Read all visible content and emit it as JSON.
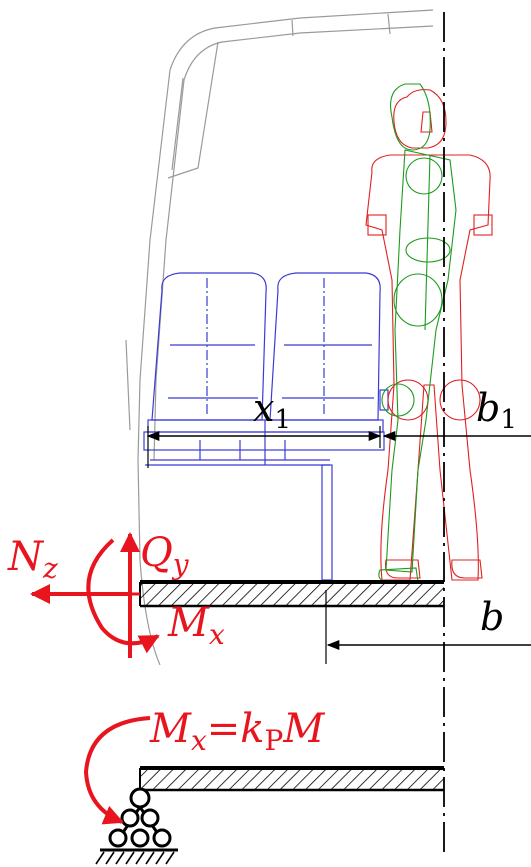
{
  "colors": {
    "body": "#9a9a9a",
    "seat": "#3b3bd6",
    "mannequin_red": "#e02020",
    "mannequin_green": "#1e9a1e",
    "force": "#e8141e",
    "structure": "#000000"
  },
  "labels": {
    "x1_main": "x",
    "x1_sub": "1",
    "b1_main": "b",
    "b1_sub": "1",
    "b_main": "b",
    "qy_main": "Q",
    "qy_sub": "y",
    "nz_main": "N",
    "nz_sub": "z",
    "mx_main": "M",
    "mx_sub": "x",
    "eq_lhs_main": "M",
    "eq_lhs_sub": "x",
    "eq_equals": "=",
    "eq_k": "k",
    "eq_k_sub": "P",
    "eq_rhs": "M"
  }
}
